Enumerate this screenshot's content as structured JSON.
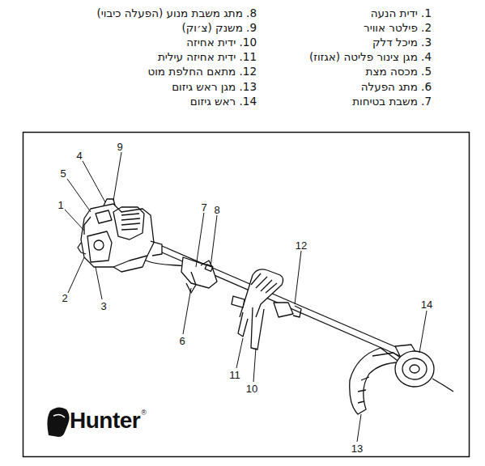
{
  "diagram": {
    "labels": [
      "1. ידית הנעה",
      "2. פילטר אוויר",
      "3. מיכל דלק",
      "4. מגן צינור פליטה (אגזוז)",
      "5. מכסה מצת",
      "6. מתג הפעלה",
      "7. משבת בטיחות",
      "8. מתג משבת מנוע (הפעלה כיבוי)",
      "9. משנק (צ׳וק)",
      "10. ידית אחיזה",
      "11. ידית אחיזה עילית",
      "12. מתאם החלפת מוט",
      "13. מגן ראש גיזום",
      "14. ראש גיזום",
      "1",
      "2",
      "3",
      "4",
      "5",
      "6",
      "7",
      "8",
      "9",
      "10",
      "11",
      "12",
      "13",
      "14",
      "Hunter",
      "®"
    ]
  }
}
